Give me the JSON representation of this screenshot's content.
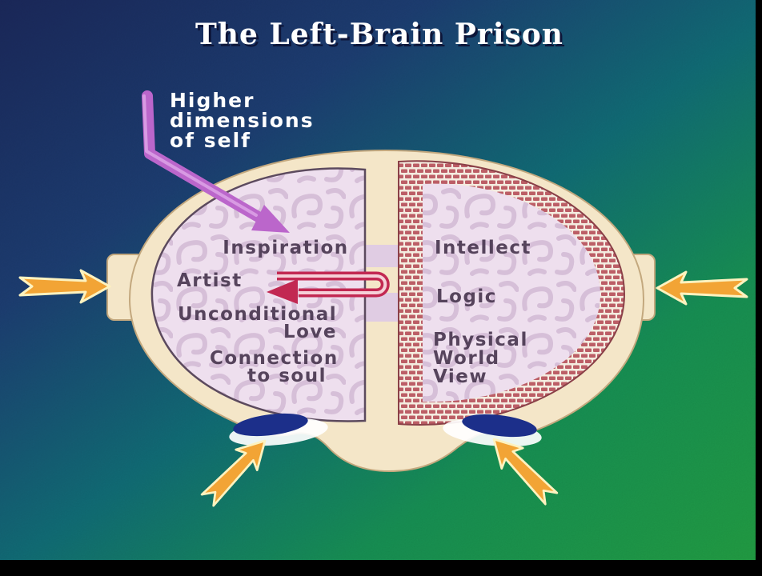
{
  "title": "The Left-Brain Prison",
  "callout": {
    "name": "Higher dimensions of self",
    "lines": [
      "Higher",
      "dimensions",
      "of self"
    ]
  },
  "left_brain": {
    "labels": [
      "Inspiration",
      "Artist",
      "Unconditional",
      "Love",
      "Connection",
      "to soul"
    ]
  },
  "right_brain": {
    "labels": [
      "Intellect",
      "Logic",
      "Physical",
      "World",
      "View"
    ]
  },
  "icons": {
    "magenta_arrow": "higher-dimensions-inflow-arrow",
    "pink_arrow": "blocked-hemisphere-communication-arrow",
    "yellow_arrows": "external-pressure-arrow",
    "brick_wall": "left-brain-prison-wall",
    "brain": "top-view-brain-diagram"
  },
  "colors": {
    "bg_navy": "#1c2a5e",
    "bg_blue": "#1e4076",
    "bg_teal": "#12707a",
    "bg_green": "#189557",
    "bg_green_bright": "#23a246",
    "skull": "#f4e6c8",
    "skull_line": "#c3a87e",
    "brain_fill": "#eedfee",
    "brain_swirl": "#d6bfd8",
    "brain_line": "#5c4a5e",
    "brick": "#bc5e66",
    "mortar": "#f4ece0",
    "brick_line": "#8a4048",
    "callosum": "#dcc7e8",
    "ink": "#4e3c55",
    "magenta": "#bb66cb",
    "magenta_hi": "#e0a8e8",
    "pink": "#c22852",
    "pink_hi": "#f6d0d8",
    "gold": "#f2a435",
    "gold_edge": "#fdf2bf",
    "navy_shape": "#1c2f8a",
    "title_ink": "#ffffff",
    "title_shadow": "#0d1538"
  }
}
